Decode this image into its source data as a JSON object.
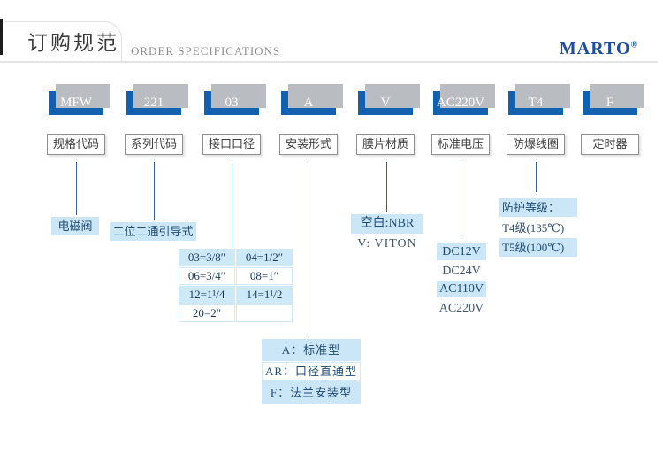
{
  "header": {
    "title_cn": "订购规范",
    "title_en": "ORDER SPECIFICATIONS",
    "brand": "MARTO",
    "brand_mark": "®"
  },
  "colors": {
    "code_box_blue": "#1161b0",
    "shadow_gray": "#b9bcc0",
    "note_light_blue": "#cbe7f7",
    "line_navy": "#35618e",
    "brand_blue": "#1d4fa1"
  },
  "decoder": {
    "columns": [
      {
        "code": "MFW",
        "label": "规格代码"
      },
      {
        "code": "221",
        "label": "系列代码"
      },
      {
        "code": "03",
        "label": "接口口径"
      },
      {
        "code": "A",
        "label": "安装形式"
      },
      {
        "code": "V",
        "label": "膜片材质"
      },
      {
        "code": "AC220V",
        "label": "标准电压"
      },
      {
        "code": "T4",
        "label": "防爆线圈"
      },
      {
        "code": "F",
        "label": "定时器"
      }
    ],
    "notes": {
      "spec_meaning": "电磁阀",
      "series_meaning": "二位二通引导式",
      "port_sizes": {
        "rows": [
          [
            "03=3/8″",
            "04=1/2″"
          ],
          [
            "06=3/4″",
            "08=1″"
          ],
          [
            "12=1¹/4",
            "14=1¹/2"
          ],
          [
            "20=2″",
            ""
          ]
        ]
      },
      "mounting_types": [
        "A：标准型",
        "AR：口径直通型",
        "F：法兰安装型"
      ],
      "diaphragm_materials": [
        "空白:NBR",
        "V: VITON"
      ],
      "voltages": [
        "DC12V",
        "DC24V",
        "AC110V",
        "AC220V"
      ],
      "protection_grades": [
        "防护等级：",
        "T4级(135℃)",
        "T5级(100℃)"
      ]
    }
  }
}
